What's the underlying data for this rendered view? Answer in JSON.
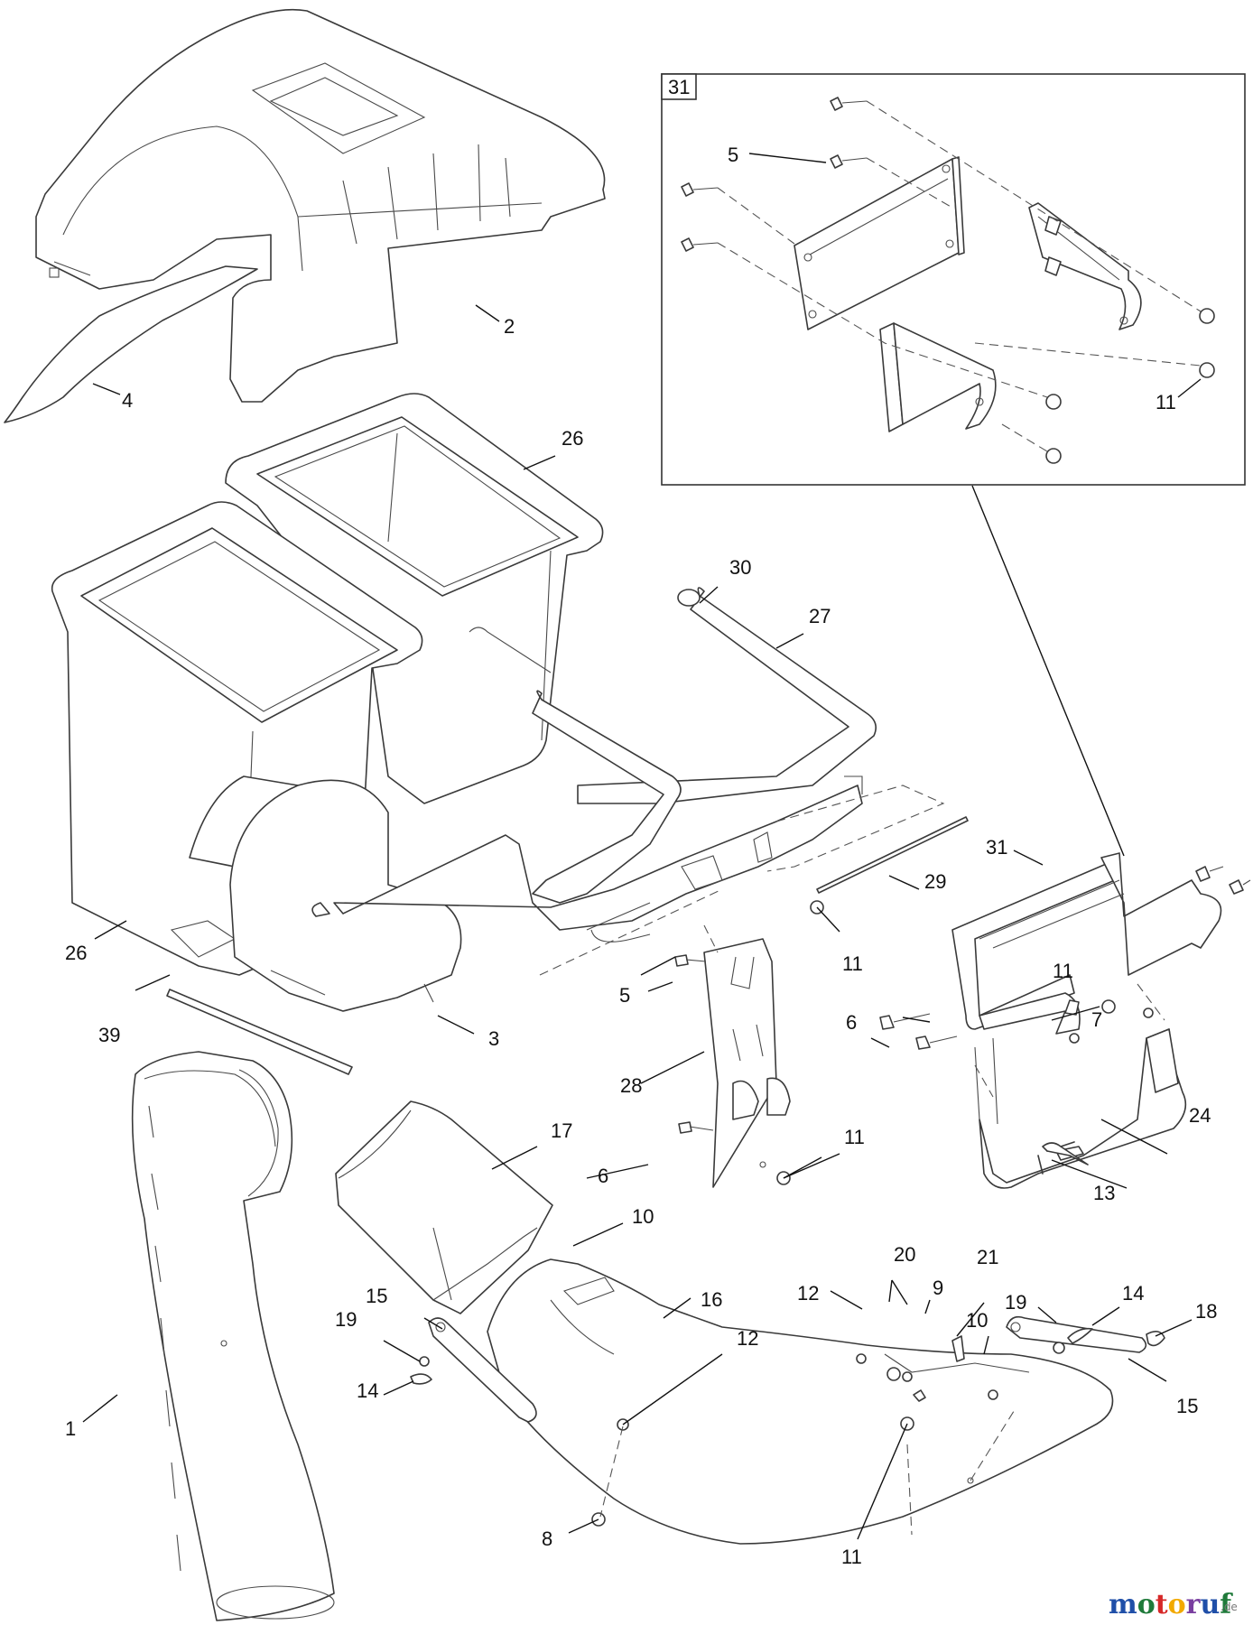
{
  "diagram": {
    "inset_box_label": "31",
    "callouts": [
      {
        "id": "c4",
        "label": "4"
      },
      {
        "id": "c2",
        "label": "2"
      },
      {
        "id": "c26a",
        "label": "26"
      },
      {
        "id": "c26b",
        "label": "26"
      },
      {
        "id": "c30",
        "label": "30"
      },
      {
        "id": "c27",
        "label": "27"
      },
      {
        "id": "c29",
        "label": "29"
      },
      {
        "id": "c31",
        "label": "31"
      },
      {
        "id": "c11a",
        "label": "11"
      },
      {
        "id": "c5a",
        "label": "5"
      },
      {
        "id": "c3",
        "label": "3"
      },
      {
        "id": "c39",
        "label": "39"
      },
      {
        "id": "c28",
        "label": "28"
      },
      {
        "id": "c6a",
        "label": "6"
      },
      {
        "id": "c11b",
        "label": "11"
      },
      {
        "id": "c11c",
        "label": "11"
      },
      {
        "id": "c6b",
        "label": "6"
      },
      {
        "id": "c7",
        "label": "7"
      },
      {
        "id": "c24",
        "label": "24"
      },
      {
        "id": "c13",
        "label": "13"
      },
      {
        "id": "c17",
        "label": "17"
      },
      {
        "id": "c10a",
        "label": "10"
      },
      {
        "id": "c15a",
        "label": "15"
      },
      {
        "id": "c19a",
        "label": "19"
      },
      {
        "id": "c14a",
        "label": "14"
      },
      {
        "id": "c16",
        "label": "16"
      },
      {
        "id": "c12a",
        "label": "12"
      },
      {
        "id": "c1",
        "label": "1"
      },
      {
        "id": "c8",
        "label": "8"
      },
      {
        "id": "c20",
        "label": "20"
      },
      {
        "id": "c9",
        "label": "9"
      },
      {
        "id": "c21",
        "label": "21"
      },
      {
        "id": "c12b",
        "label": "12"
      },
      {
        "id": "c10b",
        "label": "10"
      },
      {
        "id": "c19b",
        "label": "19"
      },
      {
        "id": "c14b",
        "label": "14"
      },
      {
        "id": "c18",
        "label": "18"
      },
      {
        "id": "c15b",
        "label": "15"
      },
      {
        "id": "c11d",
        "label": "11"
      },
      {
        "id": "c5b",
        "label": "5"
      },
      {
        "id": "c11e",
        "label": "11"
      }
    ]
  },
  "watermark": {
    "brand": "motoruf",
    "tld": ".de",
    "colors": [
      "#1f4fa8",
      "#1f7a3a",
      "#d62828",
      "#f2a900",
      "#7a3fa0"
    ]
  }
}
